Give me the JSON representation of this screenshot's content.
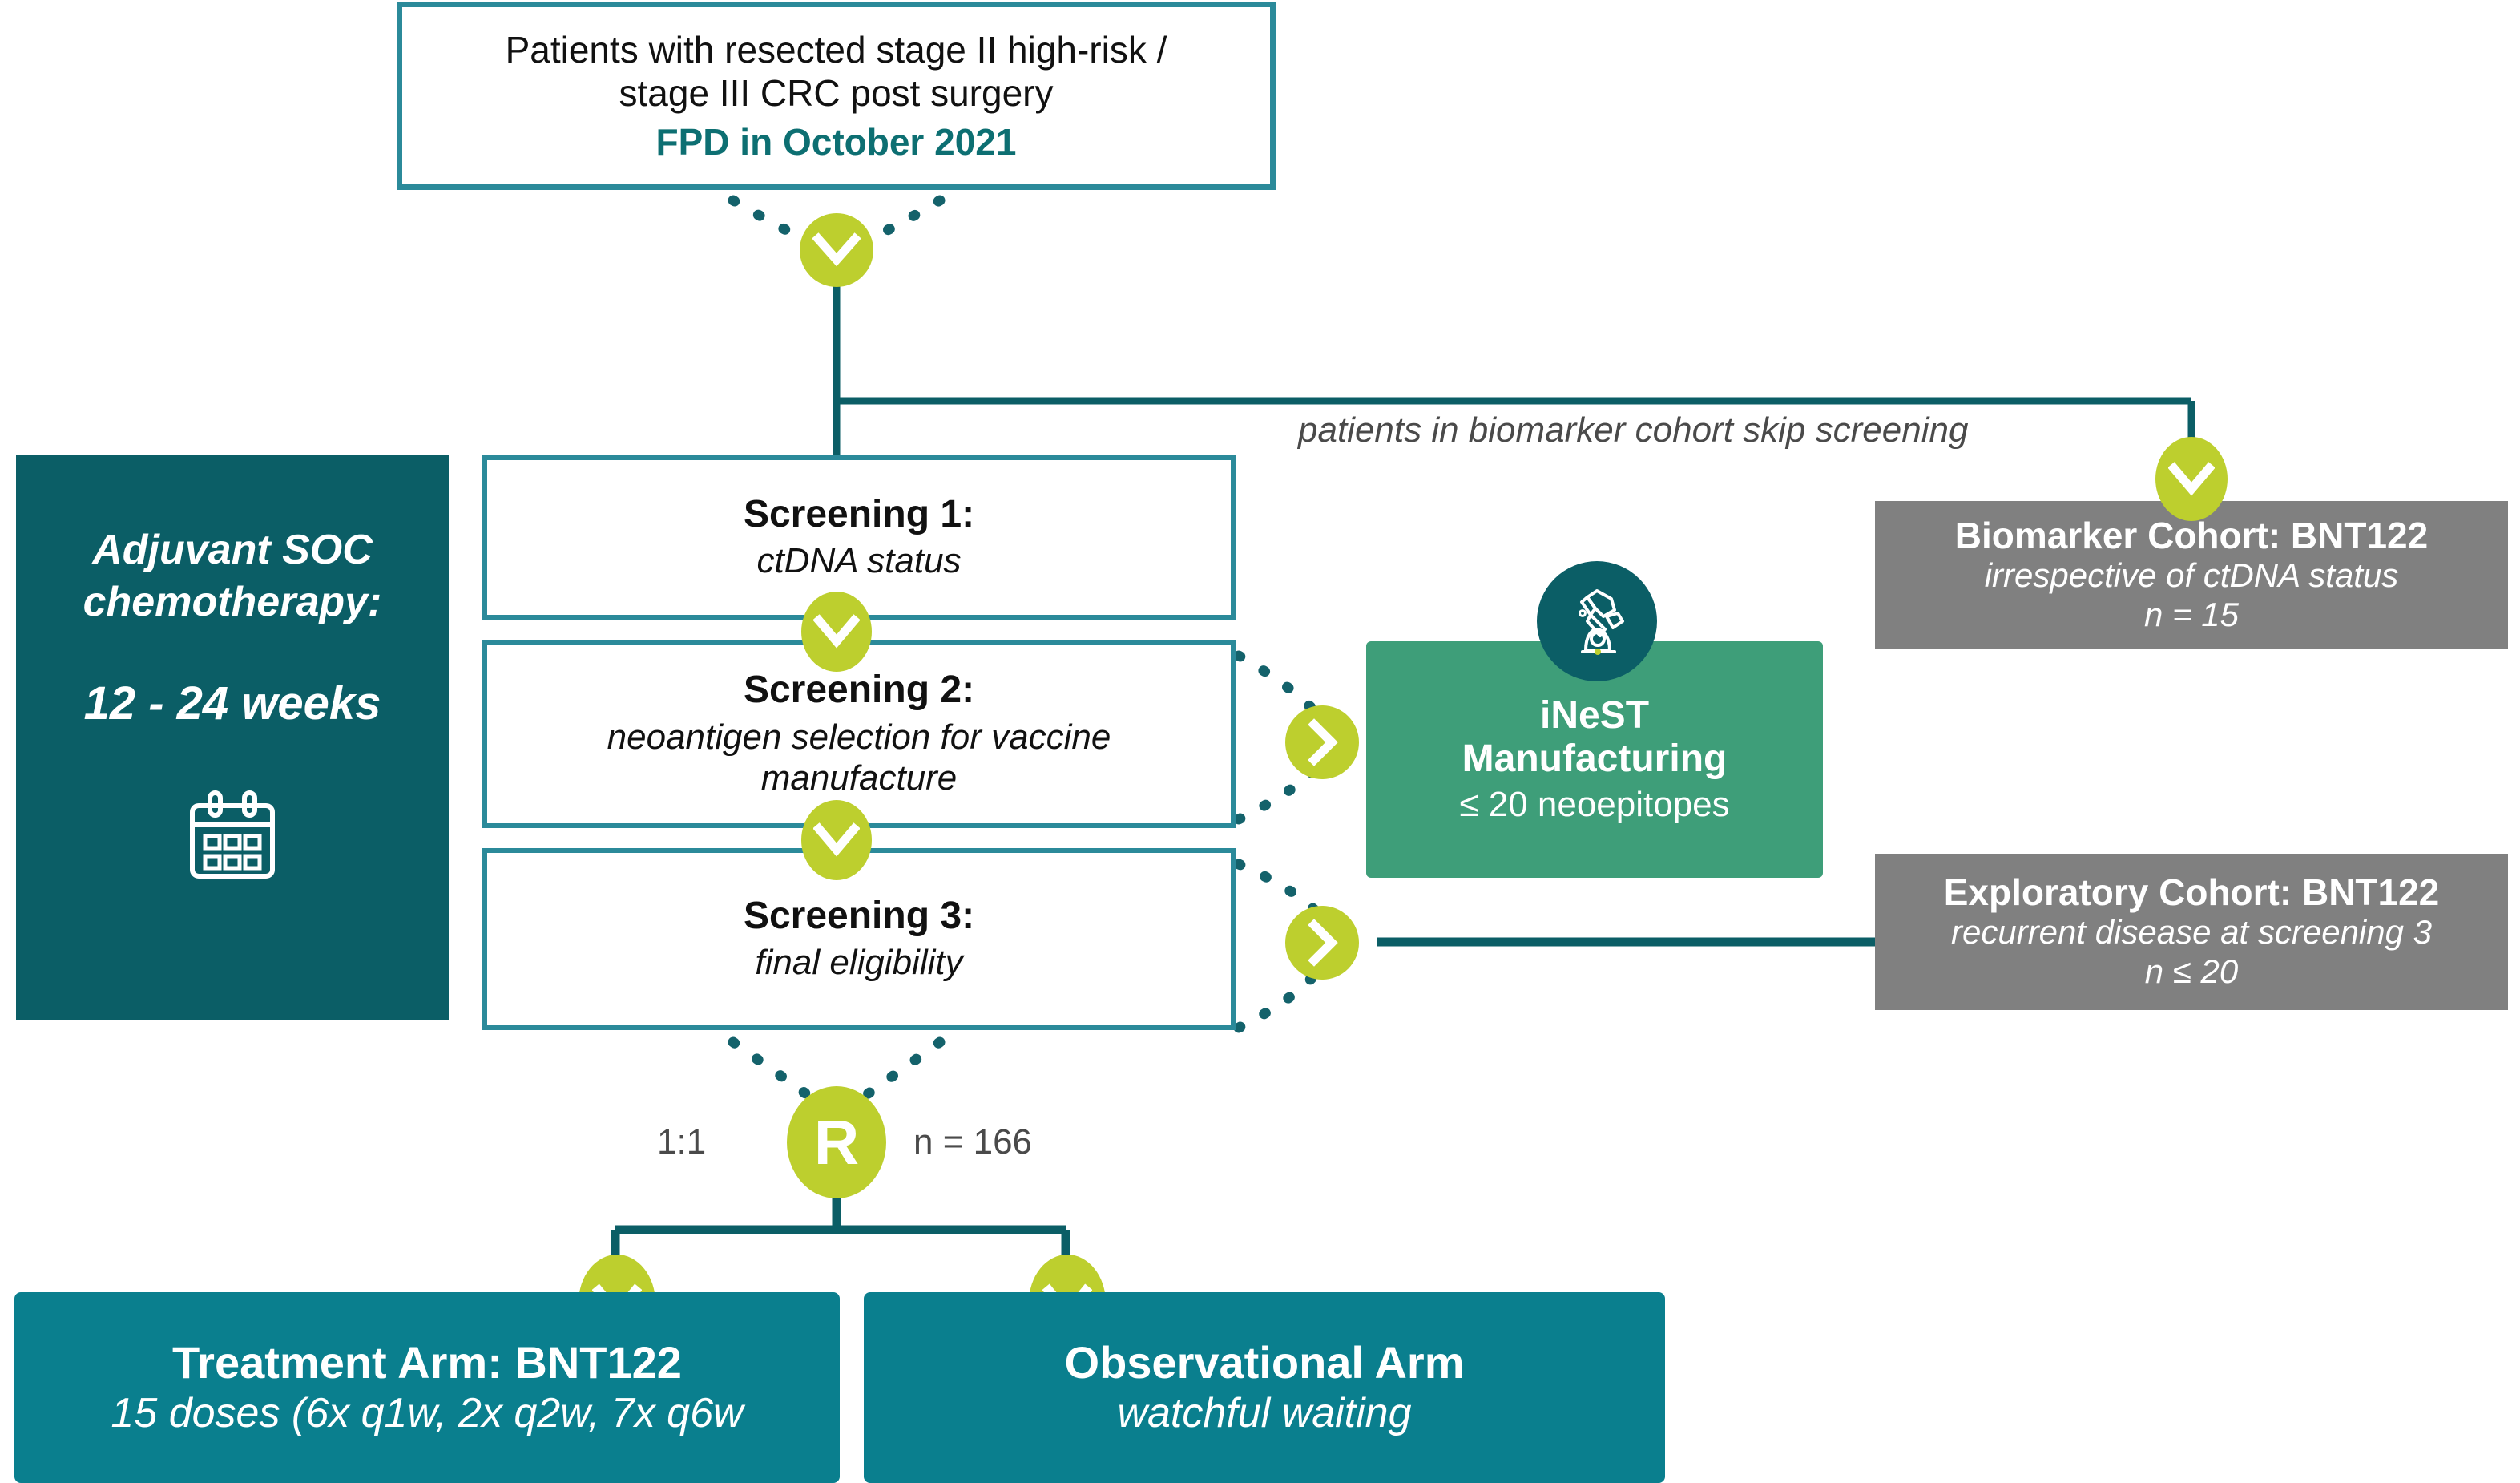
{
  "colors": {
    "teal_dark": "#0b5e66",
    "teal_border": "#2b8a9a",
    "teal_arm": "#0a7f8e",
    "green_accent": "#bdcf2e",
    "green_inest": "#3e9e79",
    "grey_cohort": "#808080",
    "text_dark": "#111111",
    "text_grey": "#4a4a4a"
  },
  "entry": {
    "line1": "Patients with resected stage II high-risk /",
    "line2": "stage III CRC post surgery",
    "line3": "FPD in October 2021"
  },
  "soc_panel": {
    "title": "Adjuvant SOC\nchemotherapy:",
    "duration": "12 - 24 weeks",
    "icon": "calendar-icon"
  },
  "screening": [
    {
      "title": "Screening 1:",
      "subtitle": "ctDNA status"
    },
    {
      "title": "Screening 2:",
      "subtitle": "neoantigen selection for vaccine\nmanufacture"
    },
    {
      "title": "Screening 3:",
      "subtitle": "final eligibility"
    }
  ],
  "inest": {
    "title": "iNeST\nManufacturing",
    "subtitle": "≤ 20 neoepitopes",
    "icon": "robot-arm-icon"
  },
  "cohorts": {
    "biomarker": {
      "title": "Biomarker Cohort: BNT122",
      "subtitle": "irrespective of ctDNA status",
      "n": "n = 15"
    },
    "exploratory": {
      "title": "Exploratory Cohort: BNT122",
      "subtitle": "recurrent disease at screening 3",
      "n": "n ≤ 20"
    }
  },
  "notes": {
    "skip_screening": "patients in biomarker cohort skip screening"
  },
  "randomization": {
    "letter": "R",
    "ratio": "1:1",
    "n": "n = 166"
  },
  "arms": {
    "treatment": {
      "title": "Treatment Arm: BNT122",
      "subtitle": "15 doses (6x q1w, 2x q2w, 7x q6w"
    },
    "observational": {
      "title": "Observational Arm",
      "subtitle": "watchful waiting"
    }
  },
  "chart_data": {
    "type": "flowchart",
    "title": "Clinical trial schema: adjuvant BNT122 in resected stage II high-risk / stage III CRC",
    "nodes": [
      {
        "id": "entry",
        "label": "Patients with resected stage II high-risk / stage III CRC post surgery; FPD in October 2021",
        "style": "white-box-teal-border"
      },
      {
        "id": "soc",
        "label": "Adjuvant SOC chemotherapy: 12 - 24 weeks",
        "style": "dark-teal-panel"
      },
      {
        "id": "screening1",
        "label": "Screening 1: ctDNA status",
        "style": "white-box-teal-border"
      },
      {
        "id": "screening2",
        "label": "Screening 2: neoantigen selection for vaccine manufacture",
        "style": "white-box-teal-border"
      },
      {
        "id": "screening3",
        "label": "Screening 3: final eligibility",
        "style": "white-box-teal-border"
      },
      {
        "id": "inest",
        "label": "iNeST Manufacturing ≤ 20 neoepitopes",
        "style": "green-box"
      },
      {
        "id": "biomarker",
        "label": "Biomarker Cohort: BNT122 irrespective of ctDNA status n = 15",
        "style": "grey-box"
      },
      {
        "id": "exploratory",
        "label": "Exploratory Cohort: BNT122 recurrent disease at screening 3 n ≤ 20",
        "style": "grey-box"
      },
      {
        "id": "randomization",
        "label": "R 1:1 n = 166",
        "style": "green-ellipse"
      },
      {
        "id": "treatment",
        "label": "Treatment Arm: BNT122 15 doses (6x q1w, 2x q2w, 7x q6w",
        "style": "teal-box"
      },
      {
        "id": "observational",
        "label": "Observational Arm watchful waiting",
        "style": "teal-box"
      }
    ],
    "edges": [
      {
        "from": "entry",
        "to": "screening1",
        "style": "dotted-converging-chevron"
      },
      {
        "from": "entry",
        "to": "biomarker",
        "style": "solid-branch-chevron",
        "label": "patients in biomarker cohort skip screening"
      },
      {
        "from": "screening1",
        "to": "screening2",
        "style": "chevron"
      },
      {
        "from": "screening2",
        "to": "screening3",
        "style": "chevron"
      },
      {
        "from": "screening2",
        "to": "inest",
        "style": "dotted-converging-right-chevron"
      },
      {
        "from": "screening3",
        "to": "exploratory",
        "style": "dotted-converging-right-chevron"
      },
      {
        "from": "screening3",
        "to": "randomization",
        "style": "dotted-converging"
      },
      {
        "from": "randomization",
        "to": "treatment",
        "style": "solid-branch-chevron"
      },
      {
        "from": "randomization",
        "to": "observational",
        "style": "solid-branch-chevron"
      }
    ]
  }
}
